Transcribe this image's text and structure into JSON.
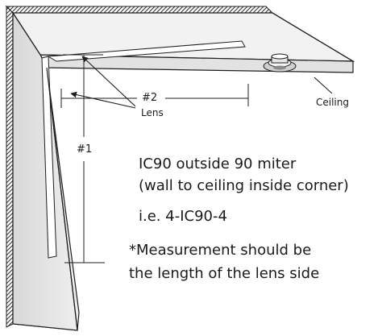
{
  "labels": {
    "dim_horizontal": "#2",
    "dim_vertical": "#1",
    "lens": "Lens",
    "ceiling": "Ceiling"
  },
  "notes": {
    "title_line1": "IC90 outside 90 miter",
    "title_line2": "(wall to ceiling inside corner)",
    "example": "i.e. 4-IC90-4",
    "measure_line1": "*Measurement should be",
    "measure_line2": "the length of the lens side"
  },
  "colors": {
    "outline": "#1f1f1f",
    "fixture_fill": "#eeeeee",
    "fixture_shade": "#dcdcdc",
    "fixture_edge": "#c8c8c8",
    "wall_texture": "#4a4a4a"
  }
}
